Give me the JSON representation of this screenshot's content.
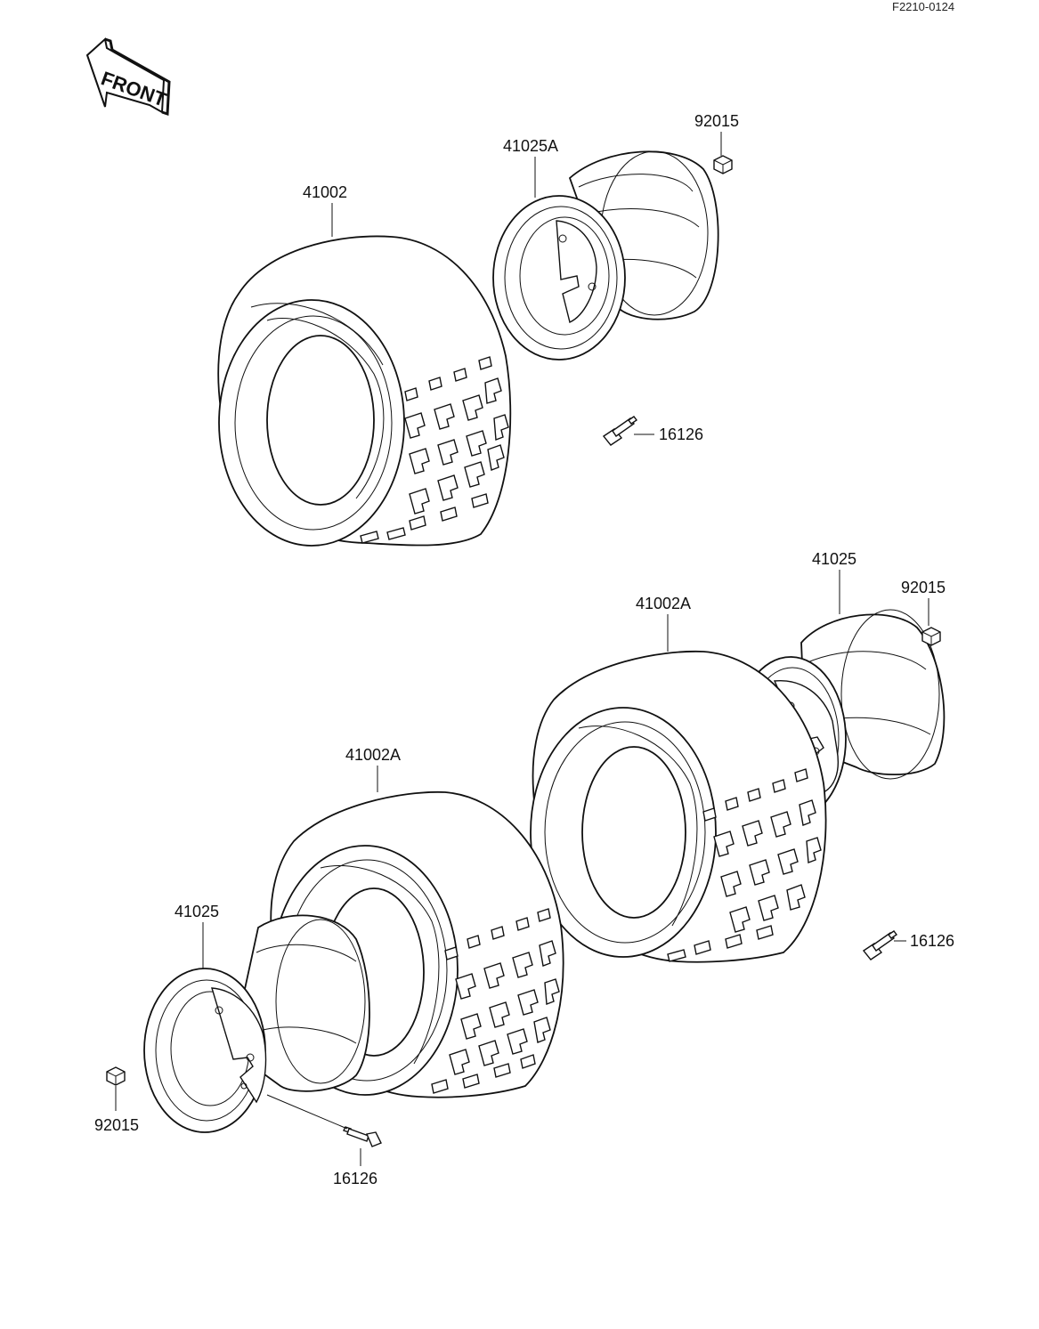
{
  "figure_code": "F2210-0124",
  "front_label": "FRONT",
  "labels": {
    "tire_front": "41002",
    "rim_front": "41025A",
    "nut_front": "92015",
    "valve_front": "16126",
    "tire_rear_right": "41002A",
    "rim_rear_right": "41025",
    "nut_rear_right": "92015",
    "valve_rear_right": "16126",
    "tire_rear_left": "41002A",
    "rim_rear_left": "41025",
    "nut_rear_left": "92015",
    "valve_rear_left": "16126"
  }
}
